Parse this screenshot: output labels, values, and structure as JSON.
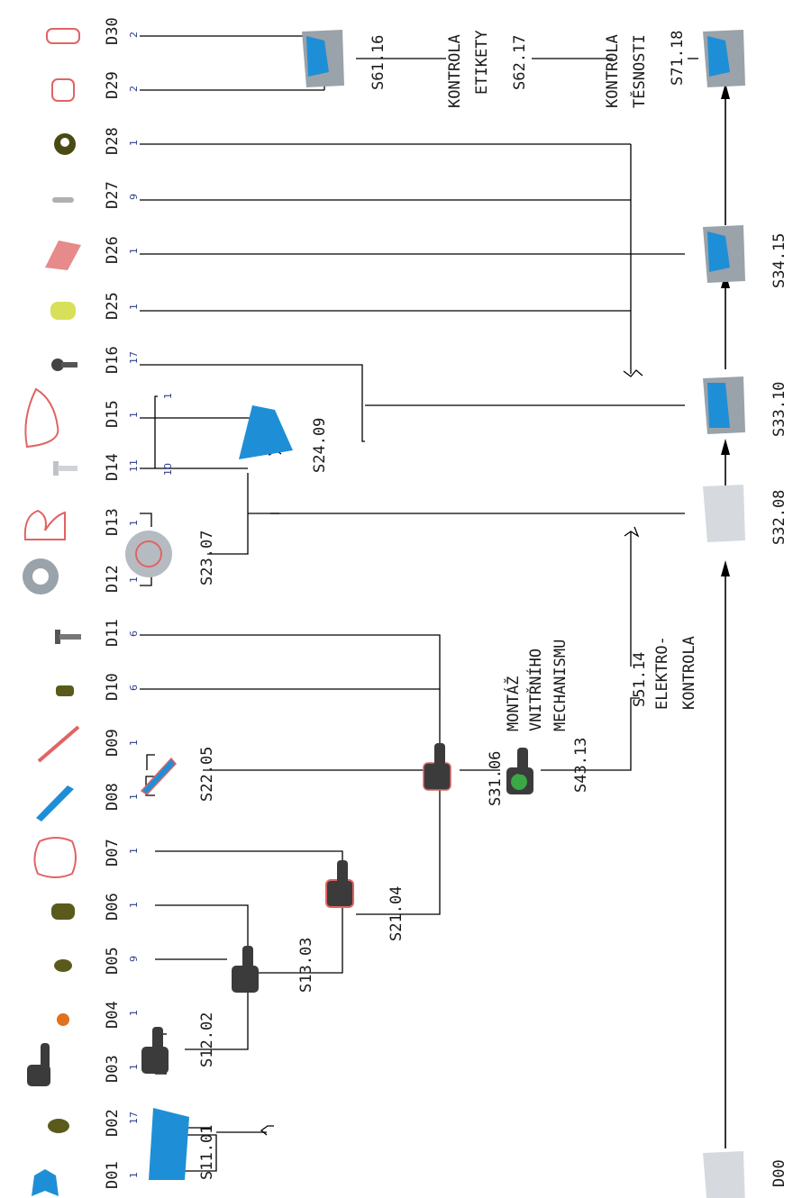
{
  "colors": {
    "blue": "#1e8fd6",
    "dark": "#3b3b3b",
    "olive": "#5a5a1c",
    "orange": "#e0711e",
    "red": "#e06464",
    "gray": "#9aa2aa",
    "yellow": "#d8e05a",
    "green": "#39a845",
    "qty": "#2b3f8a"
  },
  "parts": [
    {
      "code": "D01",
      "qty": "1",
      "icon": "blue-housing-icon"
    },
    {
      "code": "D02",
      "qty": "17",
      "icon": "olive-ring-icon"
    },
    {
      "code": "D03",
      "qty": "1",
      "icon": "dark-handle-icon"
    },
    {
      "code": "D04",
      "qty": "1",
      "icon": "orange-bushing-icon"
    },
    {
      "code": "D05",
      "qty": "9",
      "icon": "olive-cylinder-icon"
    },
    {
      "code": "D06",
      "qty": "1",
      "icon": "olive-cylinder-icon"
    },
    {
      "code": "D07",
      "qty": "1",
      "icon": "red-gasket-icon"
    },
    {
      "code": "D08",
      "qty": "1",
      "icon": "blue-clip-icon"
    },
    {
      "code": "D09",
      "qty": "1",
      "icon": "red-strip-icon"
    },
    {
      "code": "D10",
      "qty": "6",
      "icon": "olive-nut-icon"
    },
    {
      "code": "D11",
      "qty": "6",
      "icon": "gray-screw-icon"
    },
    {
      "code": "D12",
      "qty": "1",
      "icon": "gray-flange-icon"
    },
    {
      "code": "D13",
      "qty": "1",
      "icon": "red-seal-icon"
    },
    {
      "code": "D14",
      "qty": "11",
      "icon": "gray-screw-icon"
    },
    {
      "code": "D15",
      "qty": "1",
      "icon": "red-seal-icon"
    },
    {
      "code": "D16",
      "qty": "17",
      "icon": "dark-screw-icon"
    },
    {
      "code": "D25",
      "qty": "1",
      "icon": "yellow-spring-icon"
    },
    {
      "code": "D26",
      "qty": "1",
      "icon": "red-bracket-icon"
    },
    {
      "code": "D27",
      "qty": "9",
      "icon": "gray-pin-icon"
    },
    {
      "code": "D28",
      "qty": "1",
      "icon": "olive-clip-icon"
    },
    {
      "code": "D29",
      "qty": "2",
      "icon": "red-oring-icon"
    },
    {
      "code": "D30",
      "qty": "2",
      "icon": "red-oring-icon"
    }
  ],
  "extra_qty": [
    "1",
    "10"
  ],
  "base_part": {
    "code": "D00"
  },
  "stations": {
    "s1101": "S11.01",
    "s1202": "S12.02",
    "s1303": "S13.03",
    "s2104": "S21.04",
    "s2205": "S22.05",
    "s3106": "S31.06",
    "s2307": "S23.07",
    "s2409": "S24.09",
    "s3208": "S32.08",
    "s3310": "S33.10",
    "s3415": "S34.15",
    "s4313": "S43.13",
    "s5114": "S51.14",
    "s6116": "S61.16",
    "s6217": "S62.17",
    "s7118": "S71.18"
  },
  "notes": {
    "montaz": [
      "MONTÁŽ",
      "VNITŘNÍHO",
      "MECHANISMU"
    ],
    "elektro": [
      "ELEKTRO-",
      "KONTROLA"
    ],
    "etikety": [
      "KONTROLA",
      "ETIKETY"
    ],
    "tesnosti": [
      "KONTROLA",
      "TĚSNOSTI"
    ]
  }
}
